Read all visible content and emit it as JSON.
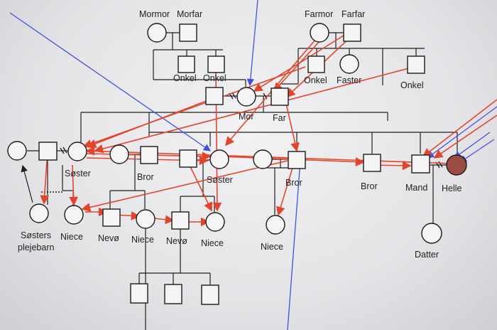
{
  "labels": {
    "mormor": "Mormor",
    "morfar": "Morfar",
    "farmor": "Farmor",
    "farfar": "Farfar",
    "onkel_1": "Onkel",
    "onkel_2": "Onkel",
    "onkel_3": "Onkel",
    "faster": "Faster",
    "onkel_4": "Onkel",
    "mor": "Mor",
    "far": "Far",
    "soster_1": "Søster",
    "bror_1": "Bror",
    "soster_2": "Søster",
    "bror_2": "Bror",
    "bror_3": "Bror",
    "mand": "Mand",
    "helle": "Helle",
    "sosters_plejebarn_1": "Søsters",
    "sosters_plejebarn_2": "plejebarn",
    "niece_1": "Niece",
    "nevo_1": "Nevø",
    "niece_2": "Niece",
    "nevo_2": "Nevø",
    "niece_3": "Niece",
    "niece_4": "Niece",
    "datter": "Datter"
  },
  "colors": {
    "relation_arrow": "#e2452b",
    "pointer_line": "#3f51e0",
    "highlight_person": "#9a4b44"
  }
}
